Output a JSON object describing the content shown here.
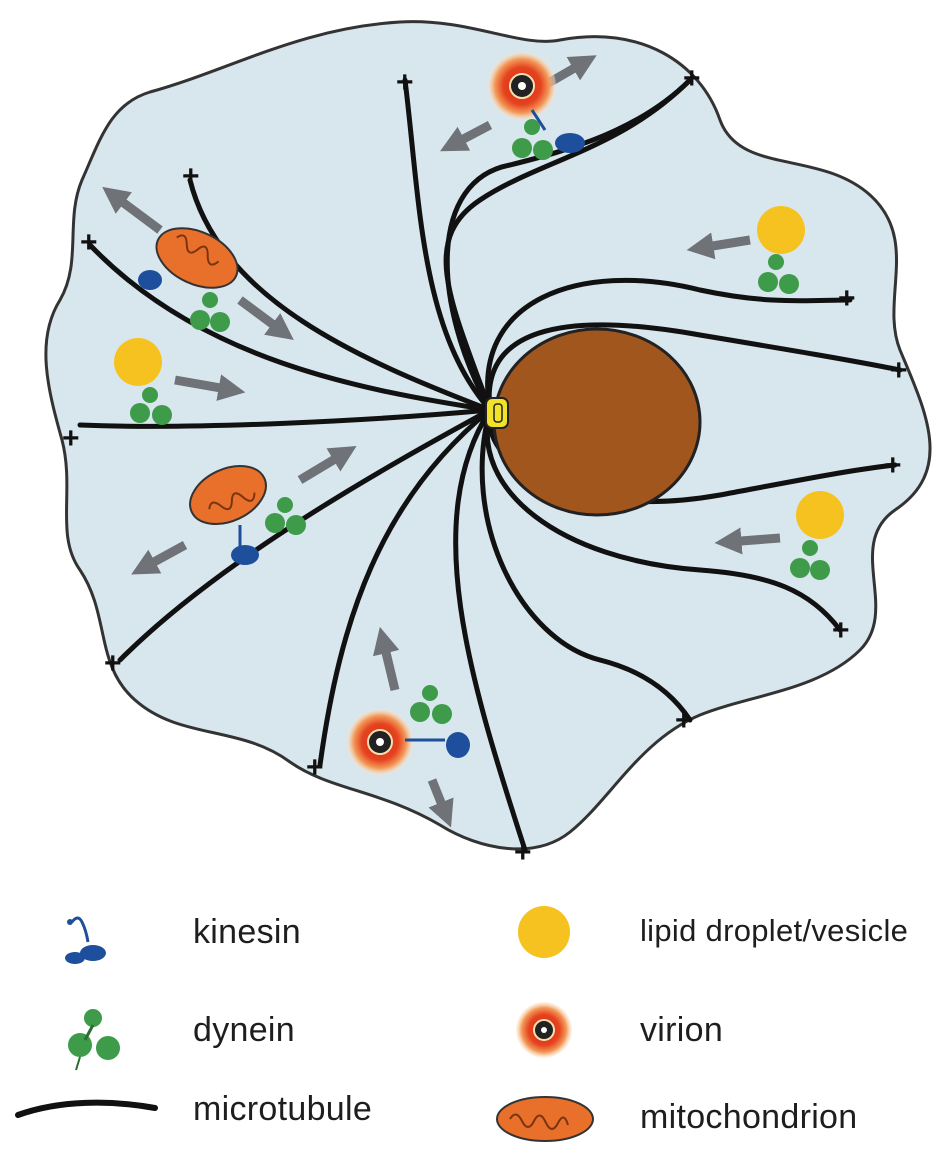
{
  "diagram": {
    "plus_label": "+",
    "colors": {
      "cytoplasm": "#d8e6ee",
      "cell_outline": "#333333",
      "microtubule": "#111111",
      "nucleus": "#a0561c",
      "nucleus_outline": "#222222",
      "centrosome": "#f2e22a",
      "kinesin": "#1d4f9c",
      "dynein": "#3d9b49",
      "lipid_droplet": "#f5c21f",
      "virion_outer": "#f08a4b",
      "virion_core": "#d62a1a",
      "mitochondrion": "#e8702a",
      "transport_arrow": "#6f7277"
    }
  },
  "legend": {
    "kinesin": "kinesin",
    "dynein": "dynein",
    "microtubule": "microtubule",
    "lipid": "lipid droplet/vesicle",
    "virion": "virion",
    "mitochondrion": "mitochondrion"
  }
}
